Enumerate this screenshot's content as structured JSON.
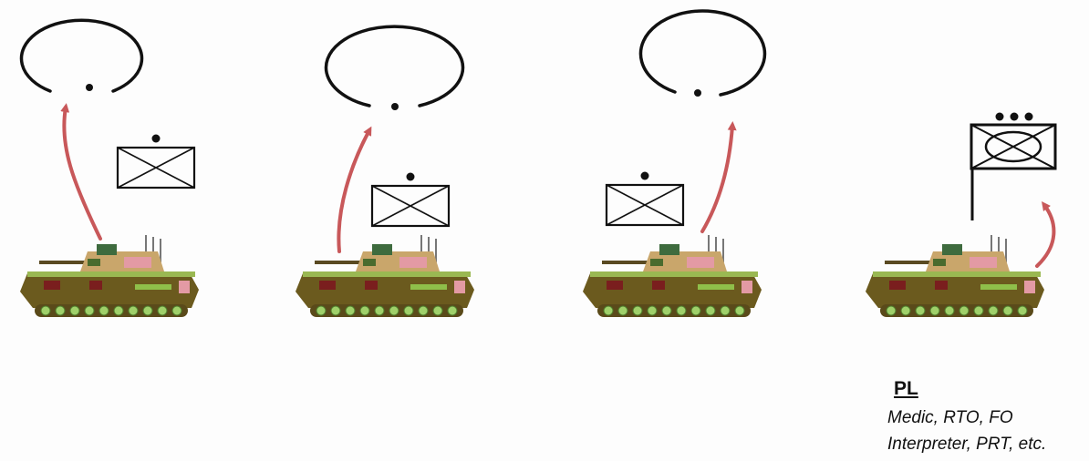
{
  "leader_label": "PL",
  "leader_roles": [
    "Medic, RTO, FO",
    "Interpreter, PRT, etc."
  ],
  "colors": {
    "arrow": "#c8585a",
    "symbol": "#111111",
    "vehicle_hull": "#6b5a1e",
    "vehicle_wheels": "#7aa84a",
    "vehicle_turret": "#c9a66b",
    "vehicle_accent": "#e39aa4"
  },
  "icons": [
    "ellipse-formation-icon",
    "infantry-unit-symbol-icon",
    "infantry-platoon-hq-flag-icon",
    "ifv-vehicle-icon",
    "movement-arrow-icon"
  ]
}
